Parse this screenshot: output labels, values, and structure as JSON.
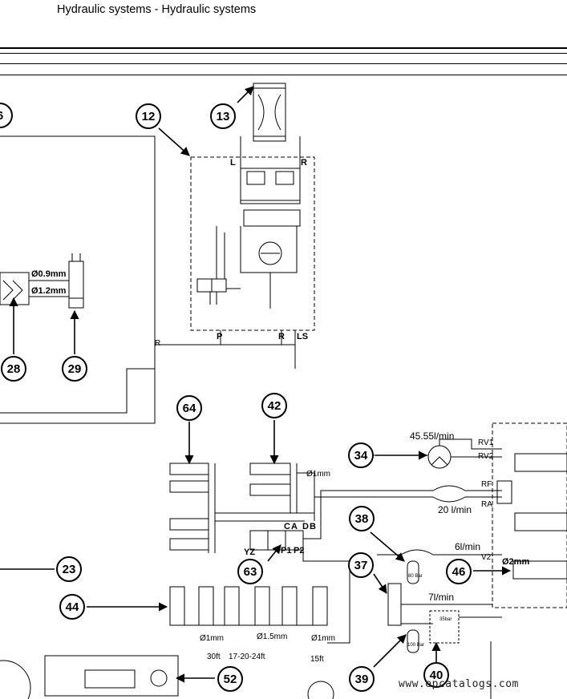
{
  "header": {
    "title": "Hydraulic systems - Hydraulic systems"
  },
  "callouts": {
    "c6": "6",
    "c12": "12",
    "c13": "13",
    "c28": "28",
    "c29": "29",
    "c64": "64",
    "c42": "42",
    "c34": "34",
    "c38": "38",
    "c23": "23",
    "c63": "63",
    "c37": "37",
    "c46": "46",
    "c44": "44",
    "c39": "39",
    "c40": "40",
    "c52": "52"
  },
  "labels": {
    "L": "L",
    "R_top": "R",
    "R_left": "R",
    "P": "P",
    "R_bottom": "R",
    "LS": "LS",
    "orifice_09": "Ø0.9mm",
    "orifice_12": "Ø1.2mm",
    "orifice_1mm_a": "Ø1mm",
    "orifice_1mm_b": "Ø1mm",
    "orifice_15mm": "Ø1.5mm",
    "orifice_1mm_c": "Ø1mm",
    "orifice_2mm": "Ø2mm",
    "flow_4555": "45.55l/min",
    "flow_20": "20 l/min",
    "flow_6": "6l/min",
    "flow_7": "7l/min",
    "rv1": "RV1",
    "rv2": "RV2",
    "rf": "RF",
    "ra": "RA",
    "v2": "V2",
    "C": "C",
    "A": "A",
    "D": "D",
    "B": "B",
    "YZ": "YZ",
    "P1": "P1",
    "P2": "P2",
    "ft30": "30ft",
    "ft1720": "17-20-24ft",
    "ft15": "15ft",
    "bar80": "80 Bar",
    "bar100": "100 Bar",
    "bar35": "35bar"
  },
  "watermark": "www.epcatalogs.com"
}
